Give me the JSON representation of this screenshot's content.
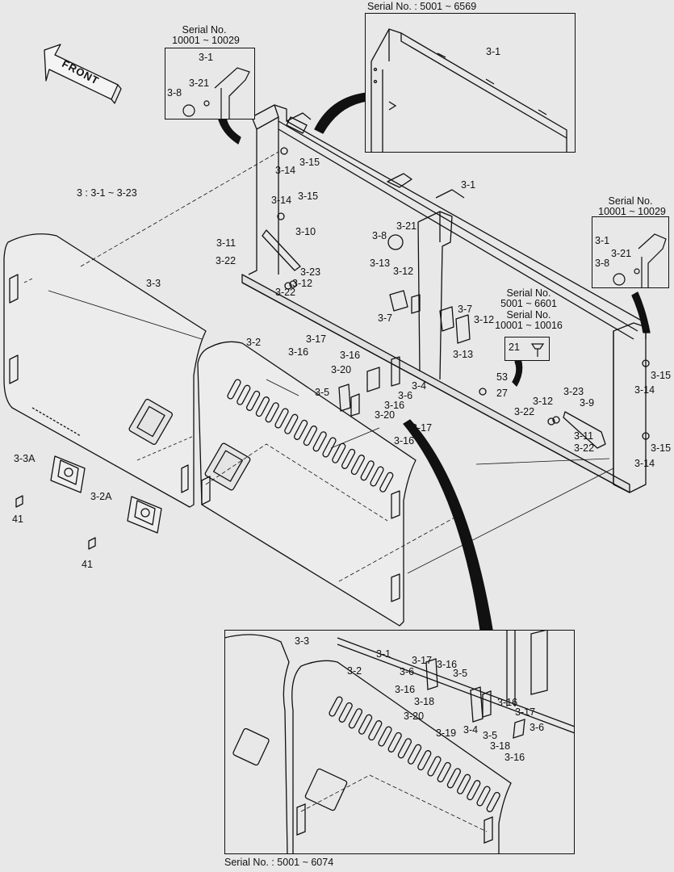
{
  "front_label": "FRONT",
  "assembly_note": "3 : 3-1 ~ 3-23",
  "insets": {
    "left_top": {
      "serial_title": "Serial No.",
      "serial_range": "10001 ~ 10029",
      "labels": [
        "3-1",
        "3-21",
        "3-8"
      ]
    },
    "top": {
      "serial": "Serial No. : 5001 ~ 6569",
      "labels": [
        "3-1"
      ]
    },
    "right": {
      "serial_title": "Serial No.",
      "serial_range": "10001 ~ 10029",
      "labels": [
        "3-1",
        "3-21",
        "3-8"
      ]
    },
    "small": {
      "serial_a_title": "Serial No.",
      "serial_a_range": "5001 ~ 6601",
      "serial_b_title": "Serial No.",
      "serial_b_range": "10001 ~ 10016",
      "label": "21"
    },
    "bottom": {
      "serial": "Serial No. : 5001 ~ 6074",
      "labels": [
        "3-3",
        "3-1",
        "3-2",
        "3-17",
        "3-16",
        "3-6",
        "3-5",
        "3-16",
        "3-18",
        "3-20",
        "3-19",
        "3-4",
        "3-16",
        "3-17",
        "3-5",
        "3-6",
        "3-18",
        "3-16"
      ]
    }
  },
  "main_labels": [
    "3-14",
    "3-15",
    "3-14",
    "3-15",
    "3-11",
    "3-10",
    "3-22",
    "3-23",
    "3-12",
    "3-22",
    "3-3",
    "3-2",
    "3-1",
    "3-8",
    "3-21",
    "3-13",
    "3-12",
    "3-7",
    "3-7",
    "3-12",
    "3-13",
    "3-17",
    "3-16",
    "3-16",
    "3-20",
    "3-4",
    "3-6",
    "3-16",
    "3-5",
    "3-20",
    "3-17",
    "3-16",
    "53",
    "27",
    "3-12",
    "3-23",
    "3-9",
    "3-22",
    "3-11",
    "3-22",
    "3-15",
    "3-14",
    "3-15",
    "3-14",
    "3-3A",
    "41",
    "3-2A",
    "41"
  ]
}
